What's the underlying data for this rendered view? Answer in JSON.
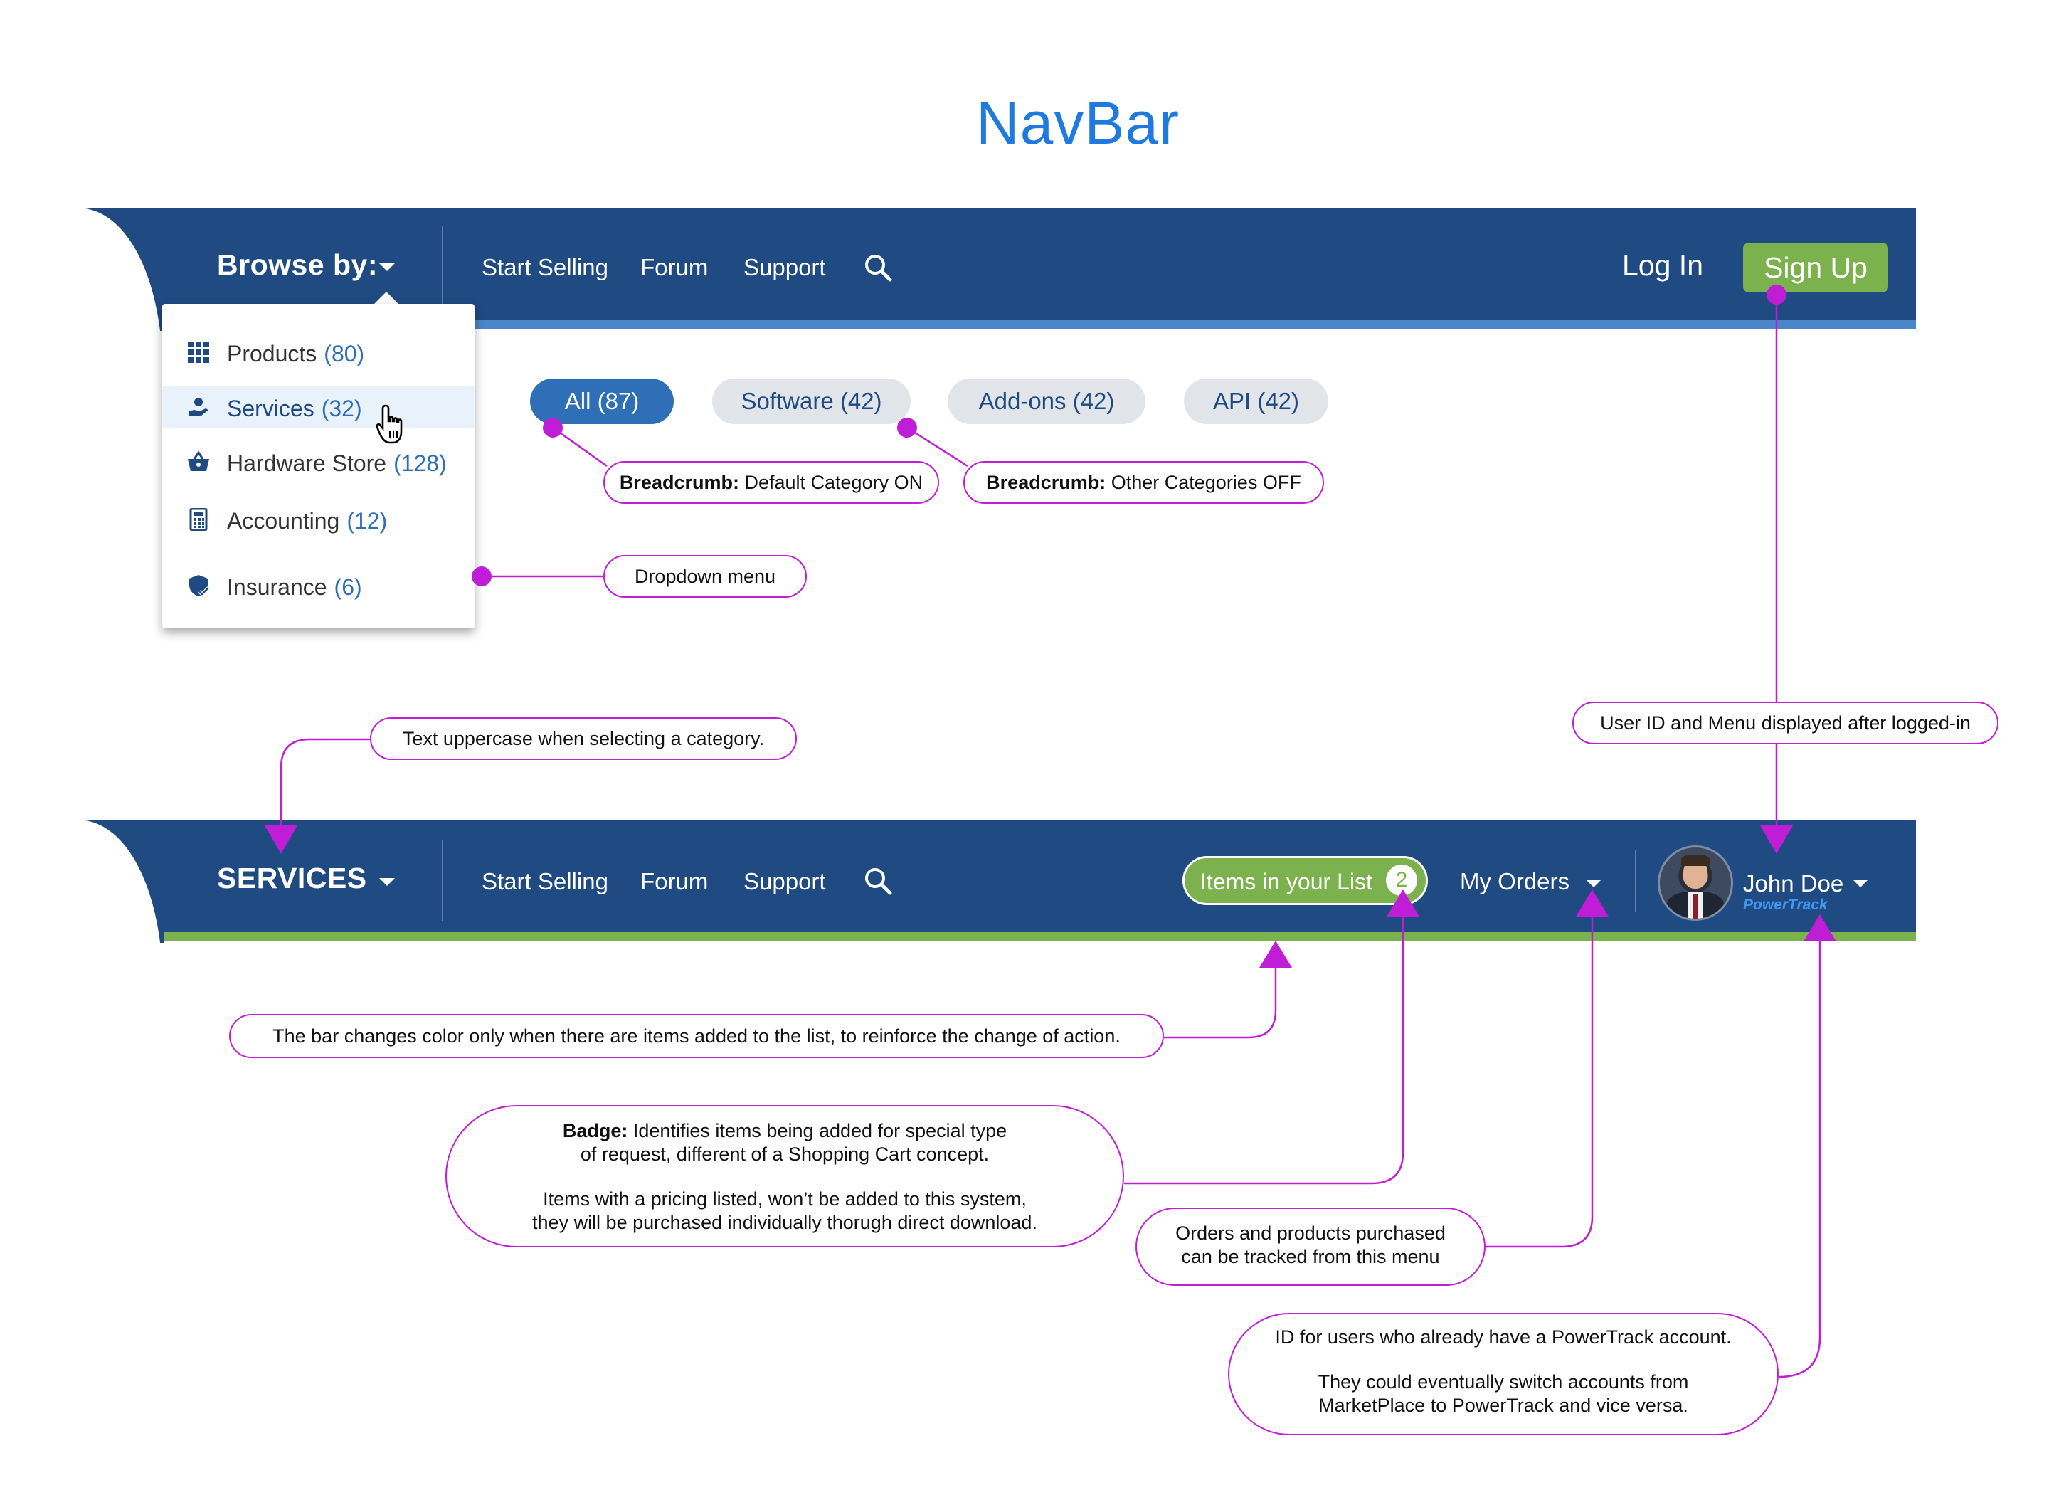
{
  "title": "NavBar",
  "nav_top": {
    "browse_label": "Browse by:",
    "links": [
      "Start Selling",
      "Forum",
      "Support"
    ],
    "login": "Log In",
    "signup": "Sign Up"
  },
  "dropdown": {
    "items": [
      {
        "label": "Products",
        "count": "(80)",
        "icon": "grid-icon"
      },
      {
        "label": "Services",
        "count": "(32)",
        "icon": "hand-service-icon"
      },
      {
        "label": "Hardware Store",
        "count": "(128)",
        "icon": "basket-icon"
      },
      {
        "label": "Accounting",
        "count": "(12)",
        "icon": "calculator-icon"
      },
      {
        "label": "Insurance",
        "count": "(6)",
        "icon": "shield-icon"
      }
    ]
  },
  "categories": [
    {
      "label": "All (87)",
      "active": true
    },
    {
      "label": "Software (42)",
      "active": false
    },
    {
      "label": "Add-ons (42)",
      "active": false
    },
    {
      "label": "API (42)",
      "active": false
    }
  ],
  "nav_bottom": {
    "category_label": "SERVICES",
    "links": [
      "Start Selling",
      "Forum",
      "Support"
    ],
    "items_list_label": "Items in your List",
    "items_count": "2",
    "my_orders": "My Orders",
    "user_name": "John Doe",
    "brand": "PowerTrack"
  },
  "callouts": {
    "breadcrumb_on_bold": "Breadcrumb:",
    "breadcrumb_on_text": " Default Category ON",
    "breadcrumb_off_bold": "Breadcrumb:",
    "breadcrumb_off_text": " Other Categories OFF",
    "dropdown_menu": "Dropdown menu",
    "uppercase": "Text uppercase when selecting a category.",
    "user_id_menu": "User ID and Menu displayed after logged-in",
    "bar_color": "The bar changes color only when there are items added to the list, to reinforce the change of action.",
    "badge_bold": "Badge:",
    "badge_line1": " Identifies items being added for special type",
    "badge_line2": "of request, different of a Shopping Cart concept.",
    "badge_line3": "Items with a pricing listed, won’t be added to this system,",
    "badge_line4": "they will be purchased individually thorugh direct download.",
    "orders_line1": "Orders and products purchased",
    "orders_line2": "can be tracked from this menu",
    "powertrack_line1": "ID for users who already have a PowerTrack account.",
    "powertrack_line2": "They could eventually switch accounts from",
    "powertrack_line3": "MarketPlace to PowerTrack and vice versa."
  },
  "colors": {
    "nav": "#1f4a82",
    "accent_blue": "#2f6fb7",
    "green": "#7cb24e",
    "annotation": "#c01dd6",
    "title": "#1f7ae0"
  }
}
